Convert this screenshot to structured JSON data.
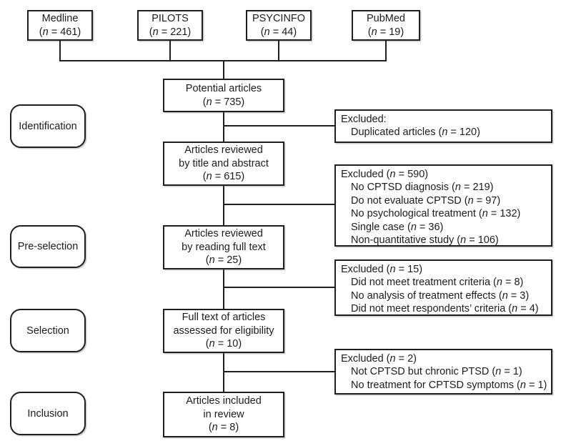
{
  "colors": {
    "line": "#1f1f1f",
    "text": "#1c1c1c",
    "background": "#ffffff"
  },
  "sources": [
    {
      "name": "Medline",
      "count": [
        "(",
        {
          "i": "n"
        },
        " = 461)"
      ]
    },
    {
      "name": "PILOTS",
      "count": [
        "(",
        {
          "i": "n"
        },
        " = 221)"
      ]
    },
    {
      "name": "PSYCINFO",
      "count": [
        "(",
        {
          "i": "n"
        },
        " = 44)"
      ]
    },
    {
      "name": "PubMed",
      "count": [
        "(",
        {
          "i": "n"
        },
        " = 19)"
      ]
    }
  ],
  "stages": [
    {
      "label": "Identification"
    },
    {
      "label": "Pre-selection"
    },
    {
      "label": "Selection"
    },
    {
      "label": "Inclusion"
    }
  ],
  "flow": [
    {
      "line1": "Potential articles",
      "count": [
        "(",
        {
          "i": "n"
        },
        " = 735)"
      ]
    },
    {
      "line1": "Articles reviewed",
      "line2": "by title and abstract",
      "count": [
        "(",
        {
          "i": "n"
        },
        " = 615)"
      ]
    },
    {
      "line1": "Articles reviewed",
      "line2": "by reading full text",
      "count": [
        "(",
        {
          "i": "n"
        },
        " = 25)"
      ]
    },
    {
      "line1": "Full text of articles",
      "line2": "assessed for eligibility",
      "count": [
        "(",
        {
          "i": "n"
        },
        " = 10)"
      ]
    },
    {
      "line1": "Articles included",
      "line2": "in review",
      "count": [
        "(",
        {
          "i": "n"
        },
        " = 8)"
      ]
    }
  ],
  "exclusions": [
    {
      "header": [
        "Excluded:"
      ],
      "items": [
        [
          "Duplicated articles (",
          {
            "i": "n"
          },
          " = 120)"
        ]
      ]
    },
    {
      "header": [
        "Excluded (",
        {
          "i": "n"
        },
        " = 590)"
      ],
      "items": [
        [
          "No CPTSD diagnosis (",
          {
            "i": "n"
          },
          " = 219)"
        ],
        [
          "Do not evaluate CPTSD (",
          {
            "i": "n"
          },
          " = 97)"
        ],
        [
          "No psychological treatment (",
          {
            "i": "n"
          },
          " = 132)"
        ],
        [
          "Single case (",
          {
            "i": "n"
          },
          " = 36)"
        ],
        [
          "Non-quantitative study (",
          {
            "i": "n"
          },
          " = 106)"
        ]
      ]
    },
    {
      "header": [
        "Excluded (",
        {
          "i": "n"
        },
        " = 15)"
      ],
      "items": [
        [
          "Did not meet treatment criteria (",
          {
            "i": "n"
          },
          " = 8)"
        ],
        [
          "No analysis of treatment effects (",
          {
            "i": "n"
          },
          " = 3)"
        ],
        [
          "Did not meet respondents’ criteria (",
          {
            "i": "n"
          },
          " = 4)"
        ]
      ]
    },
    {
      "header": [
        "Excluded (",
        {
          "i": "n"
        },
        " = 2)"
      ],
      "items": [
        [
          "Not CPTSD but chronic PTSD (",
          {
            "i": "n"
          },
          " = 1)"
        ],
        [
          "No treatment for CPTSD symptoms (",
          {
            "i": "n"
          },
          " = 1)"
        ]
      ]
    }
  ]
}
